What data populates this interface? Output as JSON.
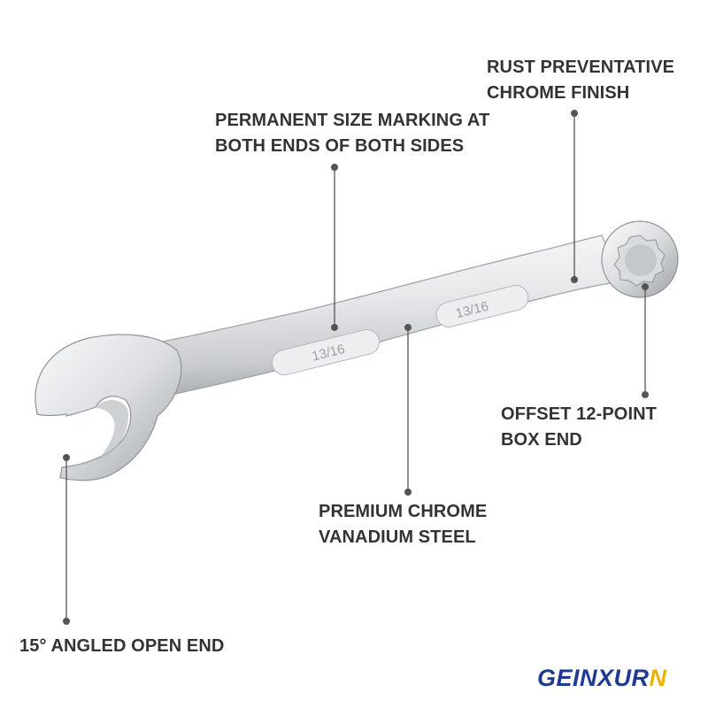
{
  "callouts": {
    "rust_finish": {
      "line1": "RUST PREVENTATIVE",
      "line2": "CHROME FINISH"
    },
    "size_marking": {
      "line1": "PERMANENT SIZE MARKING AT",
      "line2": "BOTH ENDS OF BOTH SIDES"
    },
    "box_end": {
      "line1": "OFFSET 12-POINT",
      "line2": "BOX END"
    },
    "chrome_steel": {
      "line1": "PREMIUM CHROME",
      "line2": "VANADIUM STEEL"
    },
    "open_end": {
      "line1": "15° ANGLED OPEN END"
    }
  },
  "wrench": {
    "size_mark_left": "13/16",
    "size_mark_right": "13/16"
  },
  "brand": {
    "part1": "GEINXUR",
    "part2": "N"
  },
  "colors": {
    "text": "#333333",
    "leader": "#555555",
    "brand_blue": "#1f3a93",
    "brand_yellow": "#f0b400",
    "chrome_light": "#f4f5f6",
    "chrome_dark": "#a9adb2"
  }
}
